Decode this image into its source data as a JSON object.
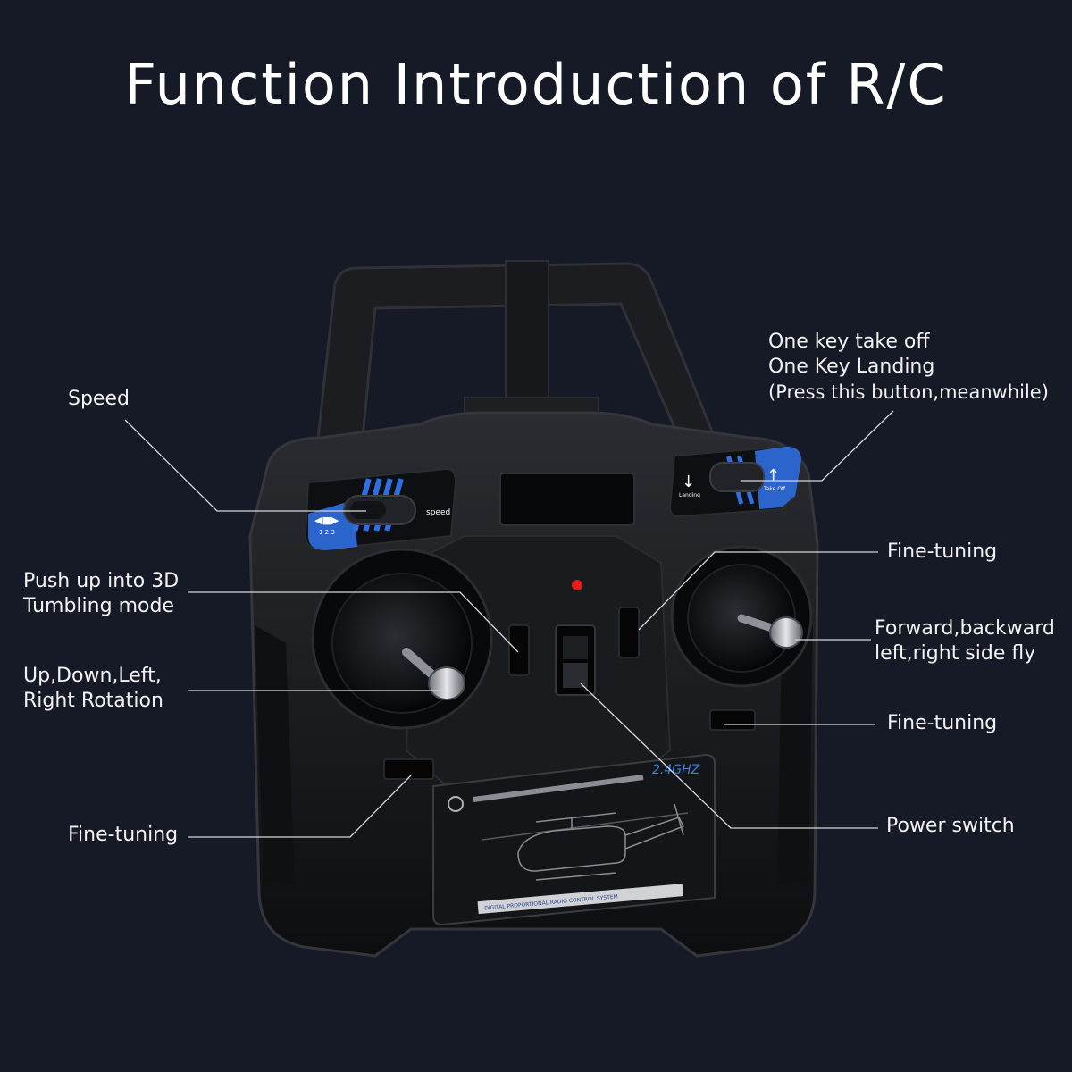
{
  "title": "Function Introduction of R/C",
  "labels": {
    "speed": "Speed",
    "takeoff": {
      "line1": "One key take off",
      "line2": "One Key Landing",
      "line3": "(Press this button,meanwhile)"
    },
    "mode3d": {
      "line1": "Push up into 3D",
      "line2": "Tumbling mode"
    },
    "rotation": {
      "line1": "Up,Down,Left,",
      "line2": "Right Rotation"
    },
    "finetune_left": "Fine-tuning",
    "finetune_right_top": "Fine-tuning",
    "flight": {
      "line1": "Forward,backward",
      "line2": "left,right side fly"
    },
    "finetune_right_bottom": "Fine-tuning",
    "power": "Power switch"
  },
  "device": {
    "speed_text": "speed",
    "speed_digits": "1 2 3",
    "landing_text": "Landing",
    "takeoff_text": "Take Off",
    "freq": "2.4GHZ",
    "system": "DIGITAL PROPORTIONAL RADIO CONTROL SYSTEM"
  },
  "colors": {
    "background": "#161a26",
    "accent_blue": "#2f6fe0",
    "body_black": "#121316",
    "leader_line": "#d8d8d8",
    "power_led": "#e0201c"
  }
}
